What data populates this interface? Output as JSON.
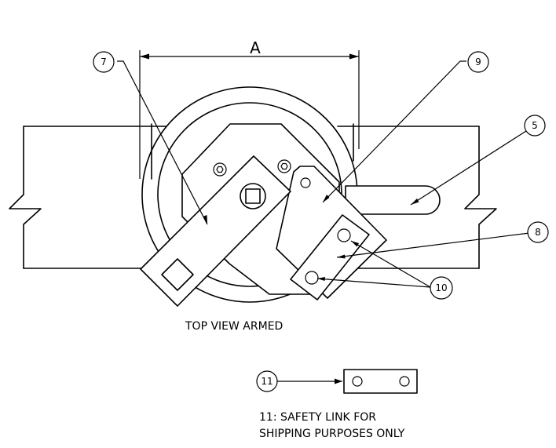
{
  "dimension_label": "A",
  "view_title": "TOP VIEW ARMED",
  "callouts": {
    "c5": "5",
    "c7": "7",
    "c8": "8",
    "c9": "9",
    "c10": "10",
    "c11": "11"
  },
  "note": {
    "line1": "11: SAFETY LINK FOR",
    "line2": "SHIPPING PURPOSES ONLY"
  }
}
